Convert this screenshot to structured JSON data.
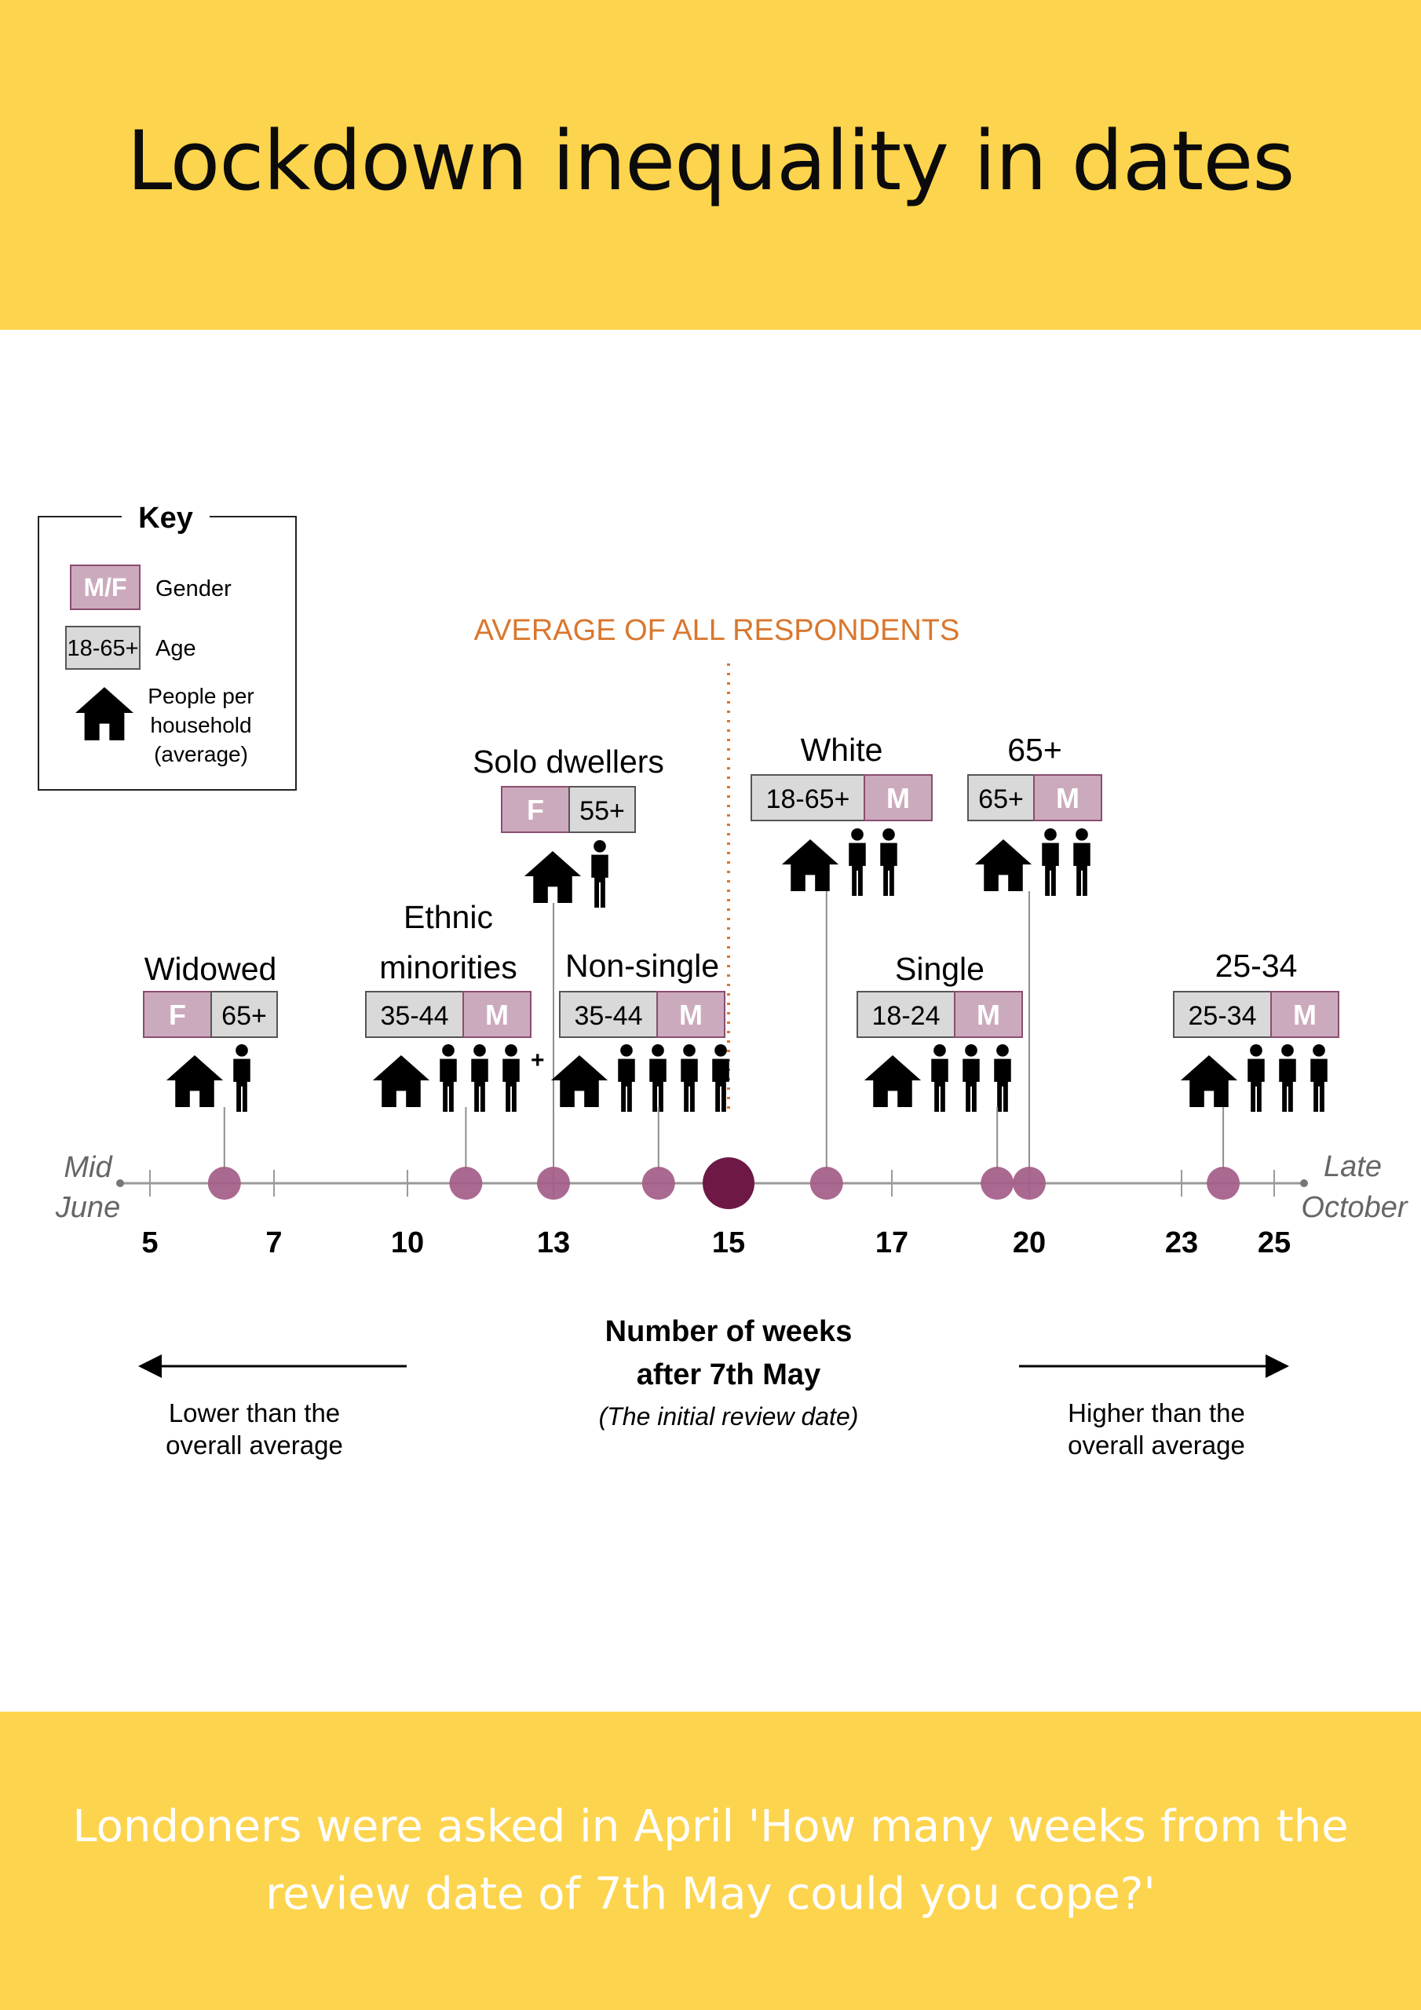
{
  "title": "Lockdown inequality in dates",
  "footer": "Londoners were asked in April 'How many weeks from the review date of 7th May could you cope?'",
  "colors": {
    "banner": "#fdd44d",
    "marker": "#a35c87",
    "average_marker": "#6e1846",
    "average_line": "#d9772e",
    "gender_box": "#ccaabd",
    "age_box": "#d9d9d9",
    "axis": "#9a9a9a"
  },
  "key": {
    "title": "Key",
    "gender_sample": "M/F",
    "gender_label": "Gender",
    "age_sample": "18-65+",
    "age_label": "Age",
    "household_label": [
      "People per",
      "household",
      "(average)"
    ],
    "household_icon": "house-icon"
  },
  "chart_data": {
    "type": "timeline",
    "average_label": "AVERAGE OF ALL RESPONDENTS",
    "average_value": 15,
    "ticks": [
      5,
      7,
      10,
      13,
      15,
      17,
      20,
      23,
      25
    ],
    "left_end_label": [
      "Mid",
      "June"
    ],
    "right_end_label": [
      "Late",
      "October"
    ],
    "axis_title": [
      "Number of weeks",
      "after 7th May"
    ],
    "axis_subtitle": "(The initial review date)",
    "left_note": [
      "Lower than the",
      "overall average"
    ],
    "right_note": [
      "Higher than the",
      "overall average"
    ],
    "groups": [
      {
        "label": [
          "Widowed"
        ],
        "weeks": 6.2,
        "gender": "F",
        "age": "65+",
        "people": 1,
        "plus": false
      },
      {
        "label": [
          "Ethnic",
          "minorities"
        ],
        "weeks": 11.2,
        "gender": "M",
        "age": "35-44",
        "people": 3,
        "plus": true
      },
      {
        "label": [
          "Solo dwellers"
        ],
        "weeks": 13,
        "gender": "F",
        "age": "55+",
        "people": 1,
        "plus": false
      },
      {
        "label": [
          "Non-single"
        ],
        "weeks": 14.2,
        "gender": "M",
        "age": "35-44",
        "people": 4,
        "plus": false
      },
      {
        "label": [
          "White"
        ],
        "weeks": 16.2,
        "gender": "M",
        "age": "18-65+",
        "people": 2,
        "plus": false
      },
      {
        "label": [
          "Single"
        ],
        "weeks": 19.3,
        "gender": "M",
        "age": "18-24",
        "people": 3,
        "plus": false
      },
      {
        "label": [
          "65+"
        ],
        "weeks": 20,
        "gender": "M",
        "age": "65+",
        "people": 2,
        "plus": false
      },
      {
        "label": [
          "25-34"
        ],
        "weeks": 23.9,
        "gender": "M",
        "age": "25-34",
        "people": 3,
        "plus": false
      }
    ]
  }
}
